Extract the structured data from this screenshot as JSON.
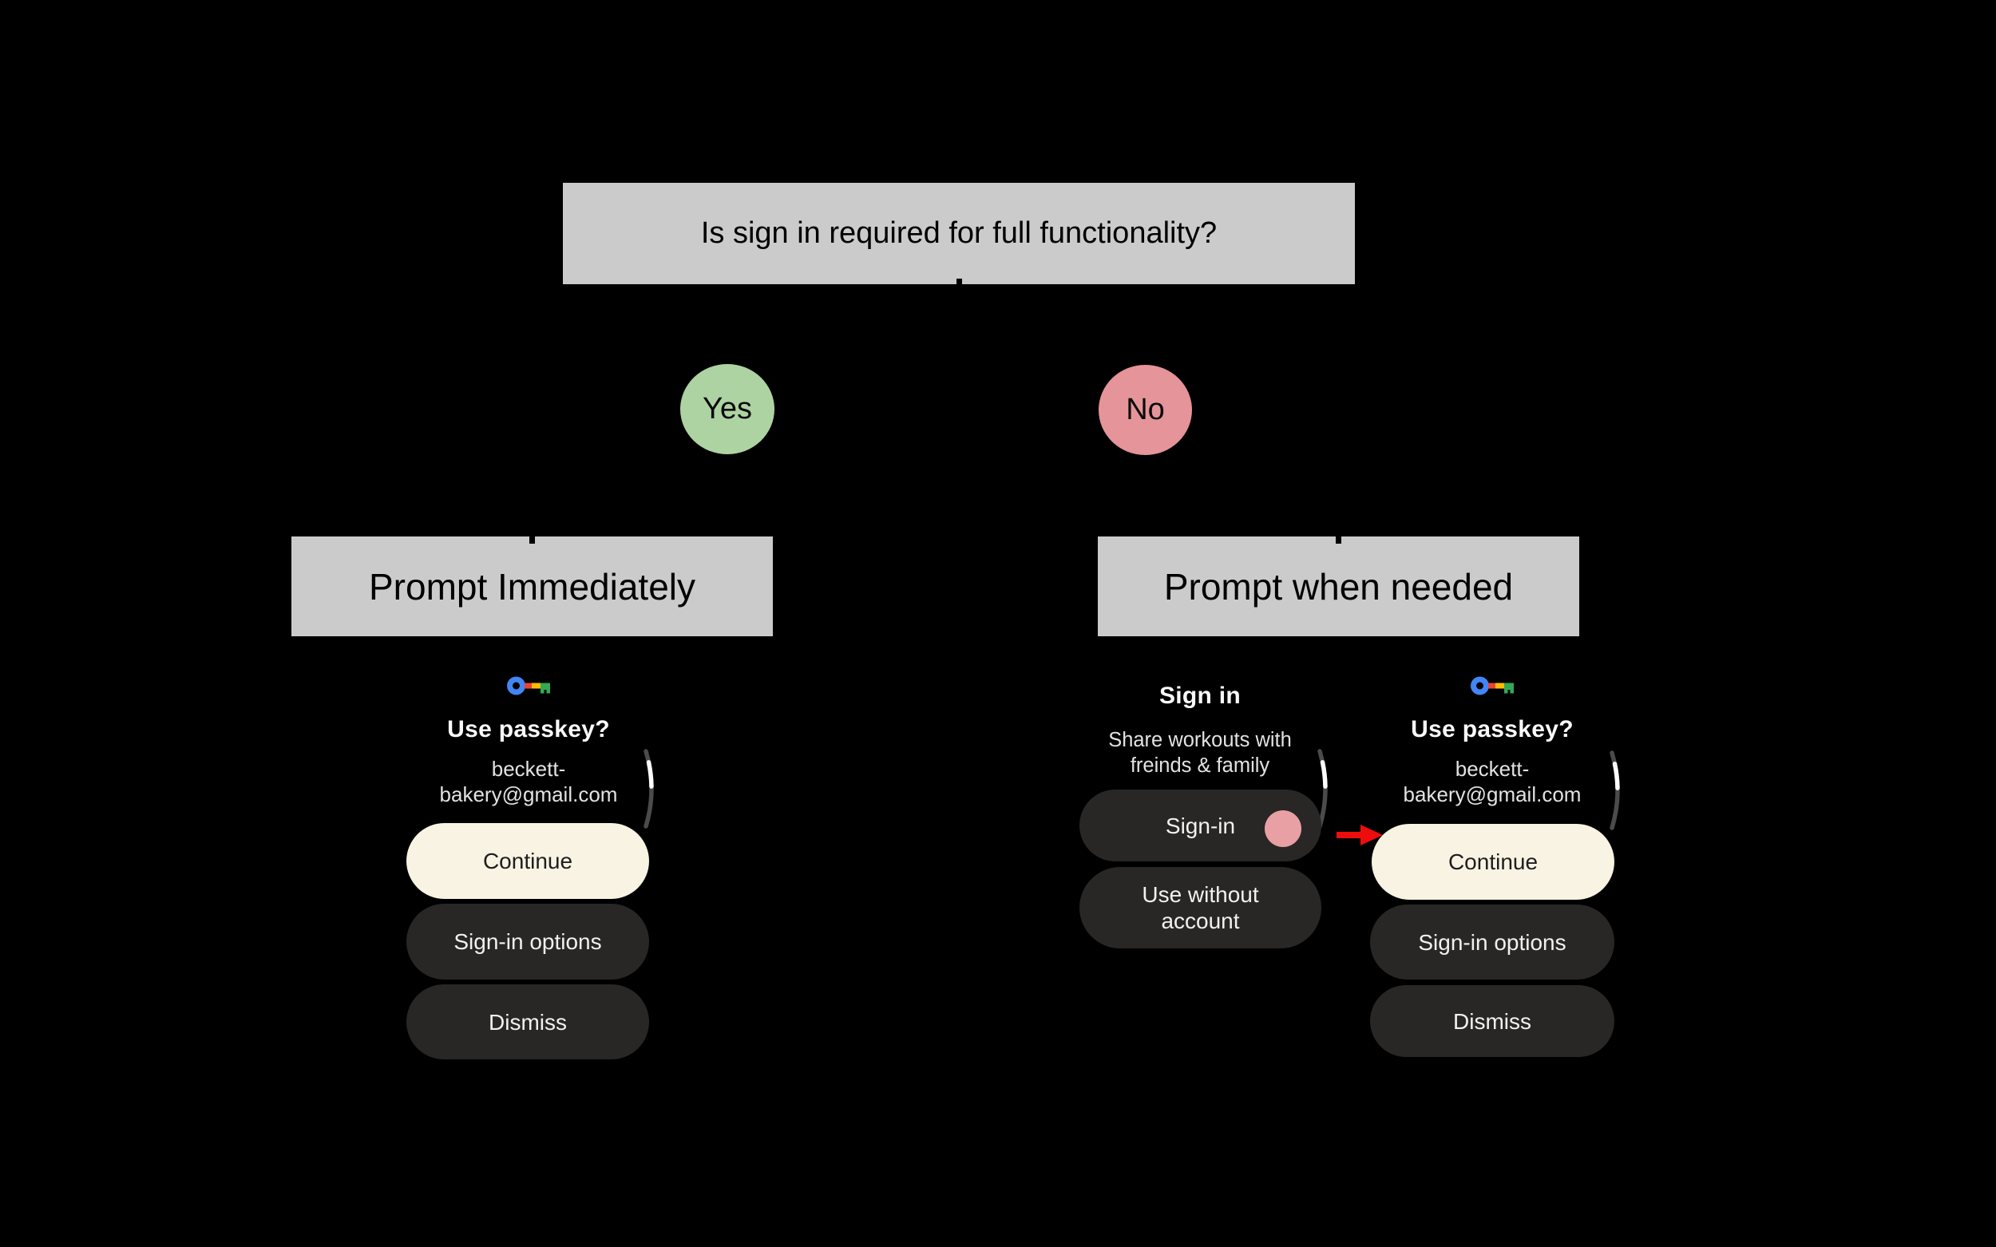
{
  "flowchart": {
    "question": "Is sign in required for full functionality?",
    "yes": {
      "label": "Yes",
      "color": "#aed3a2"
    },
    "no": {
      "label": "No",
      "color": "#e59499"
    },
    "branch_immediate": {
      "label": "Prompt Immediately"
    },
    "branch_when_needed": {
      "label": "Prompt when needed"
    },
    "box_color": "#cbcbcb"
  },
  "watch_immediate": {
    "icon": "passkey-icon",
    "title": "Use passkey?",
    "account_line1": "beckett-",
    "account_line2": "bakery@gmail.com",
    "continue_label": "Continue",
    "signin_options_label": "Sign-in options",
    "dismiss_label": "Dismiss"
  },
  "watch_when_needed_step1": {
    "title": "Sign in",
    "subtitle_line1": "Share workouts with",
    "subtitle_line2": "freinds & family",
    "signin_label": "Sign-in",
    "use_without_line1": "Use without",
    "use_without_line2": "account",
    "tap_indicator_color": "#e8a0a4"
  },
  "watch_when_needed_step2": {
    "icon": "passkey-icon",
    "title": "Use passkey?",
    "account_line1": "beckett-",
    "account_line2": "bakery@gmail.com",
    "continue_label": "Continue",
    "signin_options_label": "Sign-in options",
    "dismiss_label": "Dismiss"
  },
  "colors": {
    "arrow": "#ee0d0d",
    "primary_button_bg": "#f8f3e3",
    "secondary_button_bg": "#282725",
    "passkey_blue": "#4285f4",
    "passkey_red": "#ea4335",
    "passkey_yellow": "#fbbc04",
    "passkey_green": "#34a853"
  }
}
